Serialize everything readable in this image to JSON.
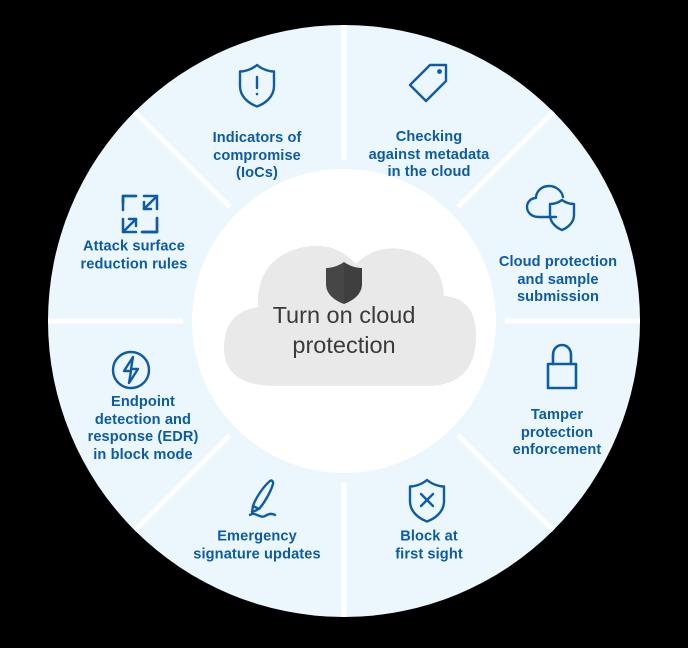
{
  "diagram": {
    "title": "Cloud protection capabilities wheel",
    "center": {
      "label": "Turn on cloud protection",
      "icon": "shield-filled-icon",
      "cloud_color": "#e9e9e9",
      "text_color": "#3b3b3b"
    },
    "colors": {
      "ring_fill": "#ebf7fd",
      "ring_fill_alt": "#e9f6fd",
      "segment_text": "#0c5ba4",
      "icon_stroke": "#0f5ca4",
      "divider": "#ffffff",
      "background": "#000000",
      "inner_disc": "#ffffff"
    },
    "segments": [
      {
        "id": "indicators-of-compromise",
        "label": "Indicators of\ncompromise\n(IoCs)",
        "icon": "shield-exclamation-icon",
        "position_deg": 292.5
      },
      {
        "id": "checking-against-metadata",
        "label": "Checking\nagainst metadata\nin the cloud",
        "icon": "tag-icon",
        "position_deg": 337.5
      },
      {
        "id": "cloud-protection-and-sample-submission",
        "label": "Cloud protection\nand sample\nsubmission",
        "icon": "cloud-shield-icon",
        "position_deg": 22.5
      },
      {
        "id": "tamper-protection-enforcement",
        "label": "Tamper\nprotection\nenforcement",
        "icon": "padlock-icon",
        "position_deg": 67.5
      },
      {
        "id": "block-at-first-sight",
        "label": "Block at\nfirst sight",
        "icon": "shield-x-icon",
        "position_deg": 112.5
      },
      {
        "id": "emergency-signature-updates",
        "label": "Emergency\nsignature updates",
        "icon": "signature-pen-icon",
        "position_deg": 157.5
      },
      {
        "id": "endpoint-detection-and-response",
        "label": "Endpoint\ndetection and\nresponse (EDR)\nin block mode",
        "icon": "lightning-circle-icon",
        "position_deg": 202.5
      },
      {
        "id": "attack-surface-reduction-rules",
        "label": "Attack surface\nreduction rules",
        "icon": "resize-arrows-icon",
        "position_deg": 247.5
      }
    ]
  }
}
